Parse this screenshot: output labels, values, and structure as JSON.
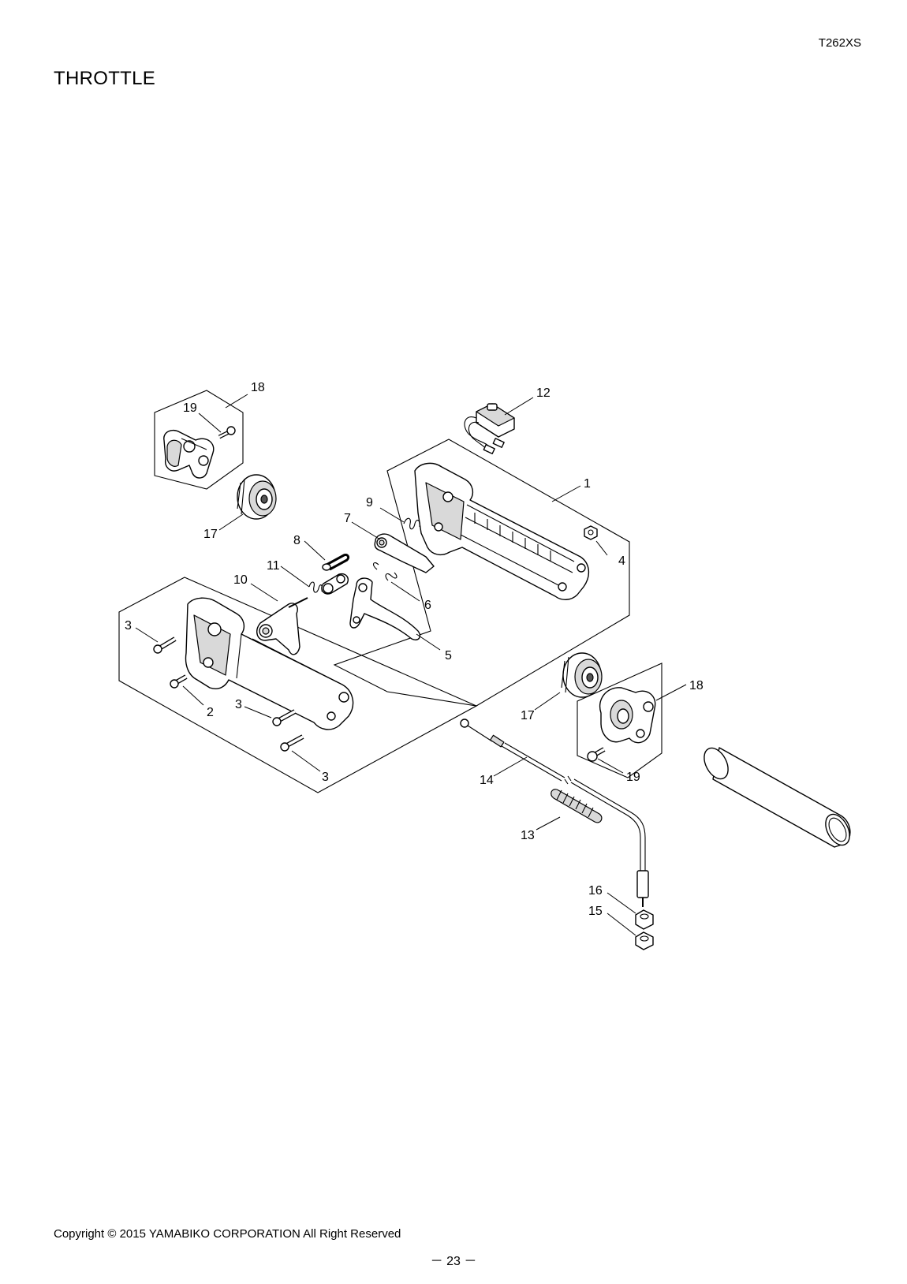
{
  "header": {
    "model": "T262XS",
    "title": "THROTTLE"
  },
  "callouts": [
    {
      "id": "c18a",
      "label": "18"
    },
    {
      "id": "c19a",
      "label": "19"
    },
    {
      "id": "c17a",
      "label": "17"
    },
    {
      "id": "c12",
      "label": "12"
    },
    {
      "id": "c1",
      "label": "1"
    },
    {
      "id": "c4",
      "label": "4"
    },
    {
      "id": "c9",
      "label": "9"
    },
    {
      "id": "c7",
      "label": "7"
    },
    {
      "id": "c8",
      "label": "8"
    },
    {
      "id": "c11",
      "label": "11"
    },
    {
      "id": "c10",
      "label": "10"
    },
    {
      "id": "c6",
      "label": "6"
    },
    {
      "id": "c5",
      "label": "5"
    },
    {
      "id": "c3a",
      "label": "3"
    },
    {
      "id": "c2",
      "label": "2"
    },
    {
      "id": "c3b",
      "label": "3"
    },
    {
      "id": "c3c",
      "label": "3"
    },
    {
      "id": "c17b",
      "label": "17"
    },
    {
      "id": "c18b",
      "label": "18"
    },
    {
      "id": "c19b",
      "label": "19"
    },
    {
      "id": "c14",
      "label": "14"
    },
    {
      "id": "c13",
      "label": "13"
    },
    {
      "id": "c16",
      "label": "16"
    },
    {
      "id": "c15",
      "label": "15"
    }
  ],
  "footer": {
    "copyright": "Copyright © 2015 YAMABIKO CORPORATION All Right Reserved",
    "page": "－ 23 －"
  }
}
